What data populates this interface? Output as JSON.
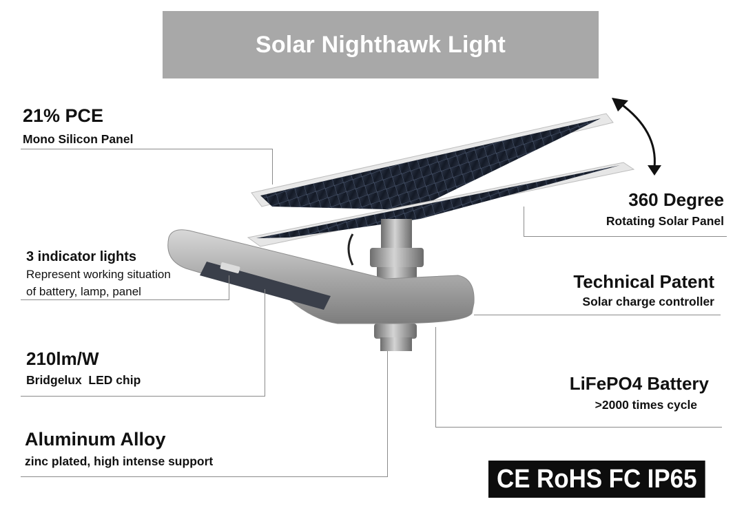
{
  "title": "Solar Nighthawk Light",
  "features": {
    "pce": {
      "head": "21% PCE",
      "sub": "Mono Silicon Panel"
    },
    "indicators": {
      "head": "3 indicator lights",
      "line1": "Represent working situation",
      "line2": "of battery, lamp, panel"
    },
    "led": {
      "head": "210lm/W",
      "sub": "Bridgelux  LED chip"
    },
    "alloy": {
      "head": "Aluminum Alloy",
      "sub": "zinc plated, high intense support"
    },
    "rotate": {
      "head": "360 Degree",
      "sub": "Rotating Solar Panel"
    },
    "patent": {
      "head": "Technical Patent",
      "sub": "Solar charge controller"
    },
    "battery": {
      "head": "LiFePO4 Battery",
      "sub": ">2000 times cycle"
    }
  },
  "certifications": [
    "CE",
    "RoHS",
    "FC",
    "IP65"
  ],
  "colors": {
    "banner": "#a8a8a8",
    "cert_bg": "#0d0d0d",
    "panel": "#1d2433",
    "housing": "#b9b9b9"
  }
}
